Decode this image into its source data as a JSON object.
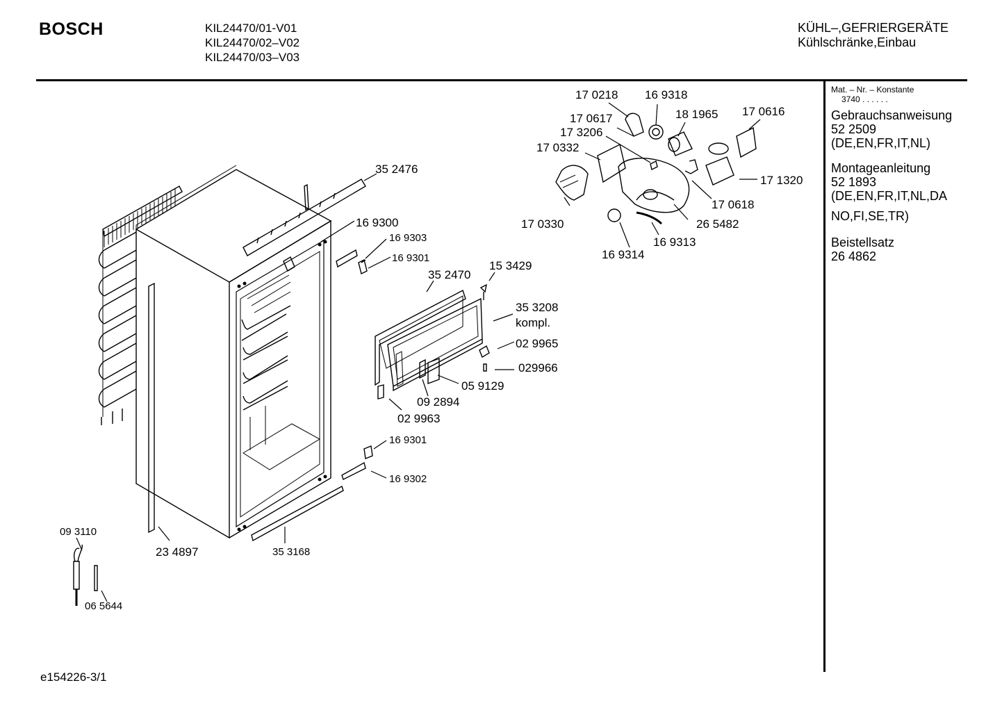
{
  "header": {
    "brand": "BOSCH",
    "models": [
      "KIL24470/01-V01",
      "KIL24470/02–V02",
      "KIL24470/03–V03"
    ],
    "category_line1": "KÜHL–,GEFRIERGERÄTE",
    "category_line2": "Kühlschränke,Einbau"
  },
  "sidebar": {
    "constant_label": "Mat. – Nr. – Konstante",
    "constant_value": "3740 .  .  .  .  .  .",
    "blocks": [
      {
        "title": "Gebrauchsanweisung",
        "number": "52 2509",
        "lang": "(DE,EN,FR,IT,NL)"
      },
      {
        "title": "Montageanleitung",
        "number": "52 1893",
        "lang": "(DE,EN,FR,IT,NL,DA",
        "lang2": "NO,FI,SE,TR)"
      },
      {
        "title": "Beistellsatz",
        "number": "26 4862"
      }
    ]
  },
  "parts": {
    "p170218": "17 0218",
    "p169318": "16 9318",
    "p170617": "17 0617",
    "p181965": "18 1965",
    "p170616": "17 0616",
    "p173206": "17 3206",
    "p170332": "17 0332",
    "p171320": "17 1320",
    "p170618": "17 0618",
    "p170330": "17 0330",
    "p265482": "26 5482",
    "p169313": "16 9313",
    "p169314": "16 9314",
    "p352476": "35 2476",
    "p169300": "16 9300",
    "p169303": "16 9303",
    "p169301a": "16 9301",
    "p153429": "15 3429",
    "p352470": "35 2470",
    "p353208": "35 3208",
    "kompl": "kompl.",
    "p029965": "02 9965",
    "p029966": "029966",
    "p059129": "05 9129",
    "p092894": "09 2894",
    "p029963": "02 9963",
    "p169301b": "16 9301",
    "p169302": "16 9302",
    "p093110": "09 3110",
    "p234897": "23 4897",
    "p353168": "35 3168",
    "p065644": "06 5644"
  },
  "footer": "e154226-3/1"
}
